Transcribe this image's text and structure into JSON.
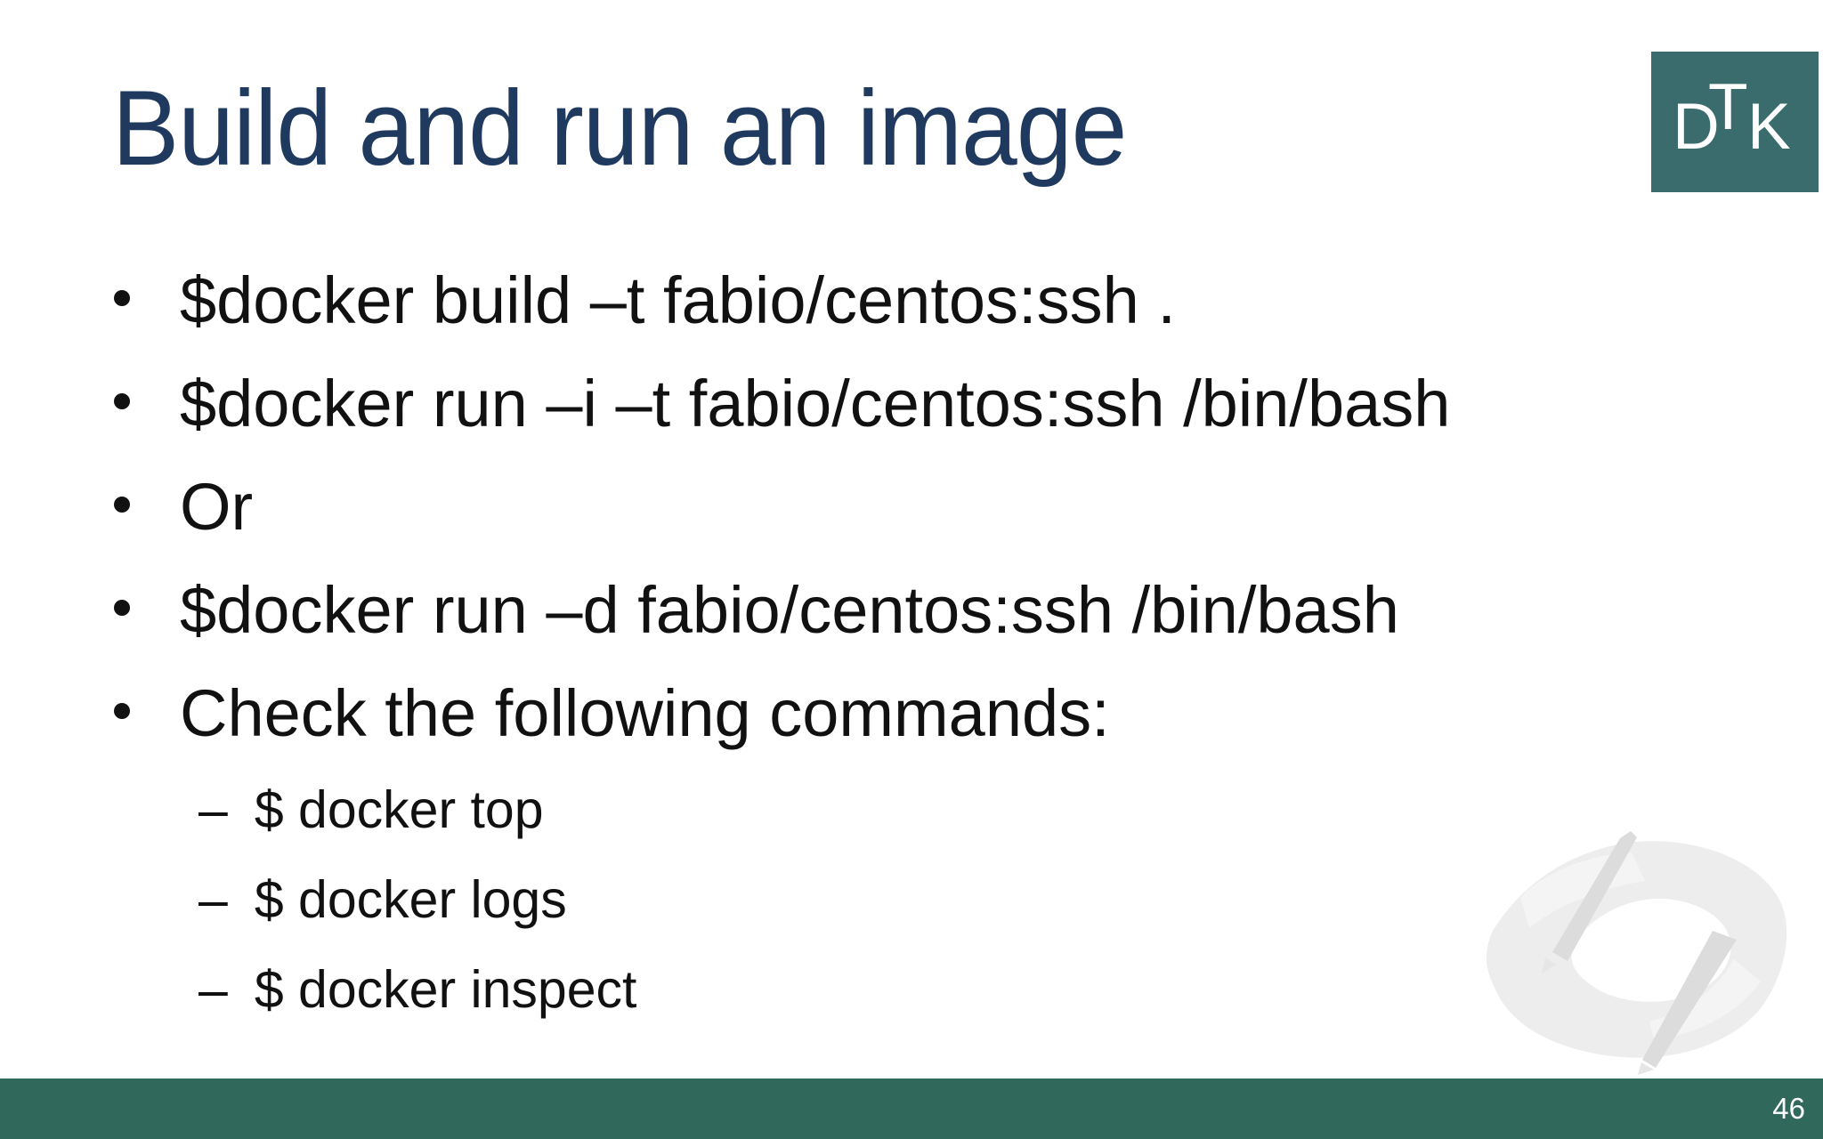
{
  "slide": {
    "title": "Build and run an image",
    "bullets": [
      {
        "text": "$docker build –t fabio/centos:ssh ."
      },
      {
        "text": "$docker run –i –t fabio/centos:ssh /bin/bash"
      },
      {
        "text": "Or"
      },
      {
        "text": "$docker run –d fabio/centos:ssh /bin/bash"
      },
      {
        "text": "Check the following commands:",
        "children": [
          {
            "text": "$ docker top"
          },
          {
            "text": "$ docker logs"
          },
          {
            "text": "$ docker inspect"
          }
        ]
      }
    ],
    "icons": {
      "bullet_dot": "•",
      "sub_dash": "–",
      "watermark": "drawing-hands-watermark"
    },
    "logo": {
      "letters": [
        "D",
        "T",
        "K"
      ],
      "background": "#3A6C6E",
      "foreground": "#FFFFFF"
    },
    "footer": {
      "page_number": "46",
      "background": "#30685B",
      "text_color": "#FFFFFF"
    },
    "colors": {
      "title": "#1F3A5E",
      "body_text": "#111111",
      "slide_background": "#FFFFFF"
    }
  }
}
